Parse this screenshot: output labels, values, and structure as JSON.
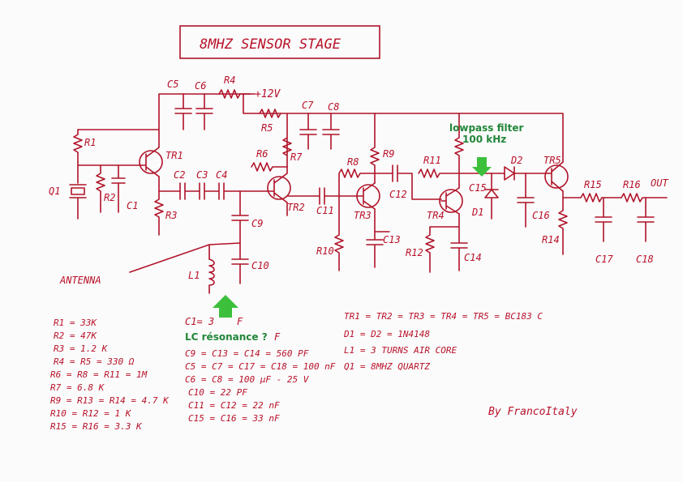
{
  "title": "8MHZ SENSOR STAGE",
  "supply": "+12V",
  "output": "OUT",
  "antenna": "ANTENNA",
  "author": "By FrancoItaly",
  "annotations": {
    "lowpass_line1": "lowpass filter",
    "lowpass_line2": "100 kHz",
    "lc": "LC résonance ?",
    "lc_suffix": "F",
    "c1_partial": "C1= 3",
    "c1_tail": "F"
  },
  "components": {
    "q1": "Q1",
    "r1": "R1",
    "r2": "R2",
    "r3": "R3",
    "r4": "R4",
    "r5": "R5",
    "r6": "R6",
    "r7": "R7",
    "r8": "R8",
    "r9": "R9",
    "r10": "R10",
    "r11": "R11",
    "r12": "R12",
    "r14": "R14",
    "r15": "R15",
    "r16": "R16",
    "c1": "C1",
    "c2": "C2",
    "c3": "C3",
    "c4": "C4",
    "c5": "C5",
    "c6": "C6",
    "c7": "C7",
    "c8": "C8",
    "c9": "C9",
    "c10": "C10",
    "c11": "C11",
    "c12": "C12",
    "c13": "C13",
    "c14": "C14",
    "c15": "C15",
    "c16": "C16",
    "c17": "C17",
    "c18": "C18",
    "tr1": "TR1",
    "tr2": "TR2",
    "tr3": "TR3",
    "tr4": "TR4",
    "tr5": "TR5",
    "d1": "D1",
    "d2": "D2",
    "l1": "L1"
  },
  "resistor_list": [
    "R1 = 33K",
    "R2 = 47K",
    "R3 = 1.2 K",
    "R4 = R5 = 330 Ω",
    "R6 = R8 = R11 = 1M",
    "R7 = 6.8 K",
    "R9 = R13 = R14 = 4.7 K",
    "R10 = R12 = 1 K",
    "R15 = R16 = 3.3 K"
  ],
  "capacitor_list": [
    "C9 = C13 = C14 = 560 PF",
    "C5 = C7 = C17 = C18 = 100 nF",
    "C6 = C8 = 100 µF - 25 V",
    "C10 = 22 PF",
    "C11 = C12 = 22 nF",
    "C15 = C16 = 33 nF"
  ],
  "parts_list": [
    "TR1 = TR2 = TR3 = TR4 = TR5 = BC183 C",
    "D1 = D2 = 1N4148",
    "L1 = 3 TURNS AIR CORE",
    "Q1 = 8MHZ QUARTZ"
  ],
  "colors": {
    "ink": "#b01228",
    "arrow_green": "#3cc03c",
    "label_green": "#22863a"
  }
}
